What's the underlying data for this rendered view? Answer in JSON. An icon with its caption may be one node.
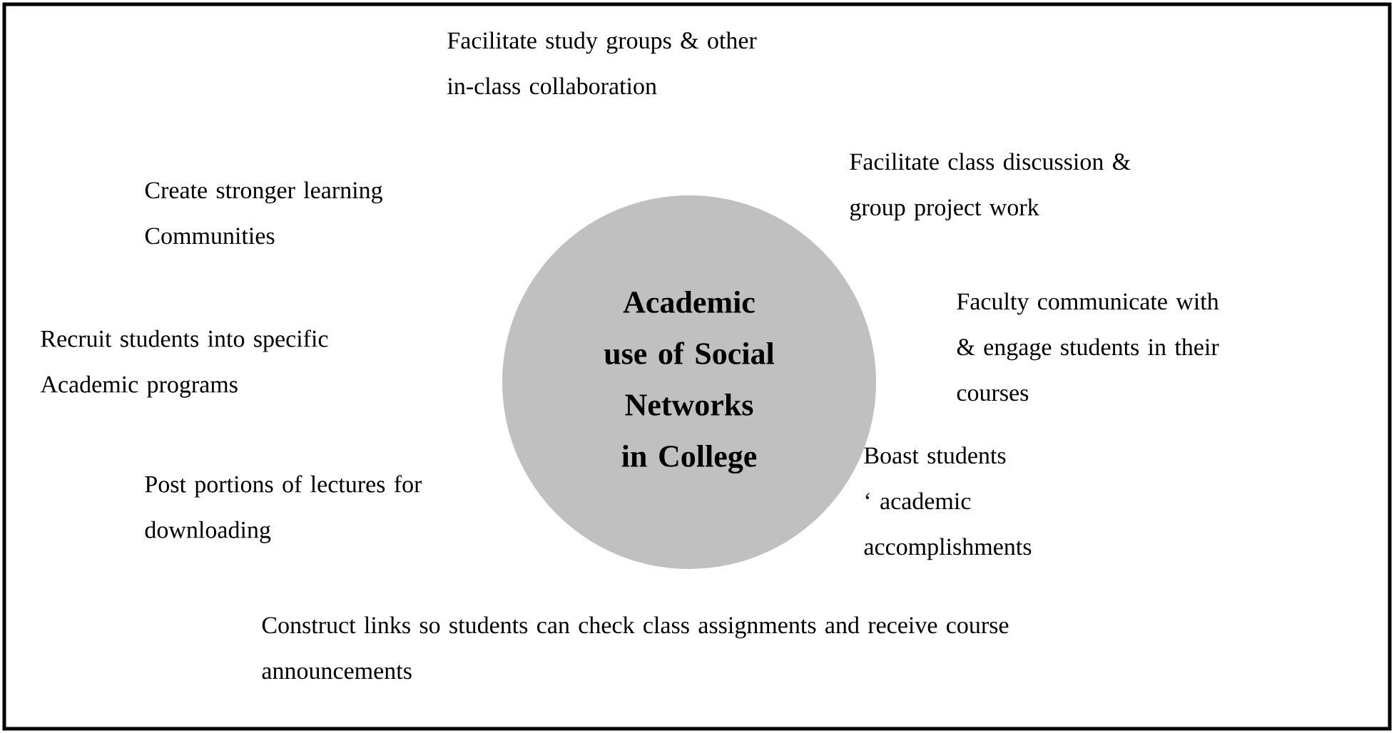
{
  "diagram": {
    "nodes": [
      {
        "text": [
          "Academic use of Social Networks in College"
        ]
      }
    ],
    "edges": [],
    "labels": [
      "Facilitate study groups & other in-class collaboration",
      "Facilitate class discussion & group project work",
      "Create stronger learning Communities",
      "Faculty communicate with & engage students in their courses",
      "Recruit students into specific Academic programs",
      "Boast students ‘ academic accomplishments",
      "Post portions of lectures for downloading",
      "Construct links so students can check class assignments and receive course announcements"
    ]
  }
}
